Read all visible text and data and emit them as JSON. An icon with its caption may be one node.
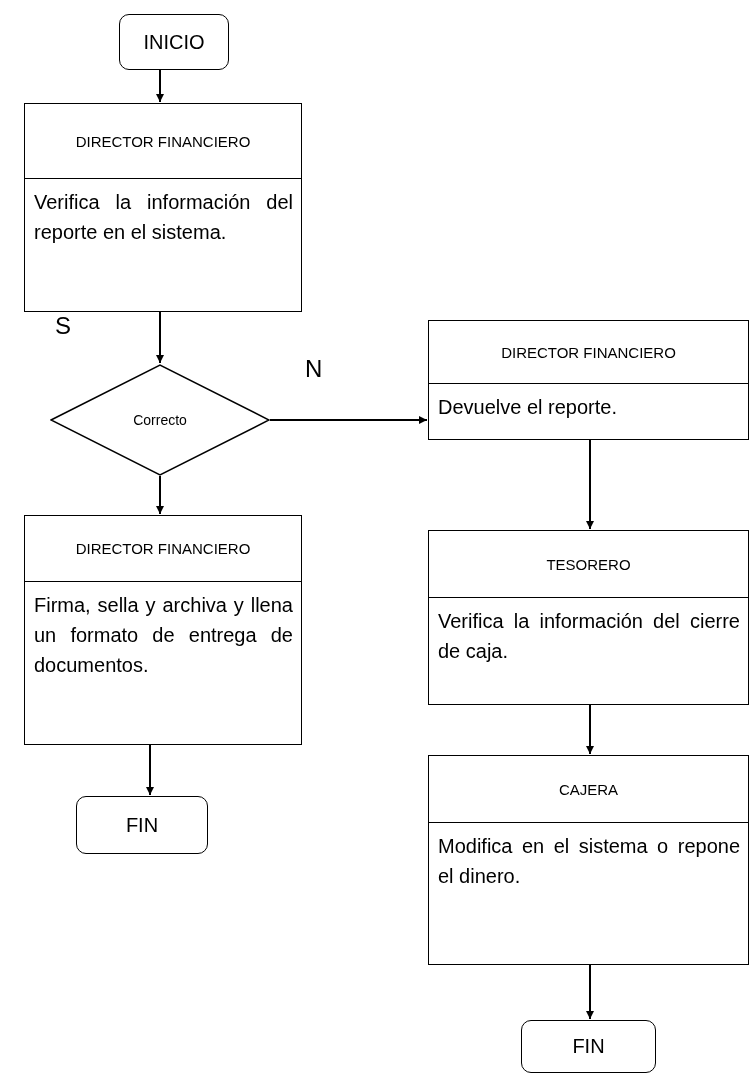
{
  "diagram": {
    "nodes": [
      {
        "text": [
          "INICIO"
        ]
      },
      {
        "text": [
          "DIRECTOR FINANCIERO",
          "Verifica la información del reporte en el sistema."
        ]
      },
      {
        "text": [
          "Correcto"
        ]
      },
      {
        "text": [
          "DIRECTOR FINANCIERO",
          "Devuelve el reporte."
        ]
      },
      {
        "text": [
          "DIRECTOR FINANCIERO",
          "Firma, sella y archiva y llena un formato de entrega de documentos."
        ]
      },
      {
        "text": [
          "FIN"
        ]
      },
      {
        "text": [
          "TESORERO",
          "Verifica la información del cierre de caja."
        ]
      },
      {
        "text": [
          "CAJERA",
          "Modifica en el sistema o repone el dinero."
        ]
      },
      {
        "text": [
          "FIN"
        ]
      }
    ],
    "edges": [
      {
        "from": 0,
        "to": 1,
        "arrow": "to"
      },
      {
        "from": 1,
        "to": 2,
        "arrow": "to"
      },
      {
        "from": 2,
        "to": 3,
        "arrow": "to"
      },
      {
        "from": 2,
        "to": 4,
        "arrow": "to"
      },
      {
        "from": 4,
        "to": 5,
        "arrow": "to"
      },
      {
        "from": 3,
        "to": 6,
        "arrow": "to"
      },
      {
        "from": 6,
        "to": 7,
        "arrow": "to"
      },
      {
        "from": 7,
        "to": 8,
        "arrow": "to"
      }
    ],
    "labels": [
      "S",
      "N"
    ]
  }
}
